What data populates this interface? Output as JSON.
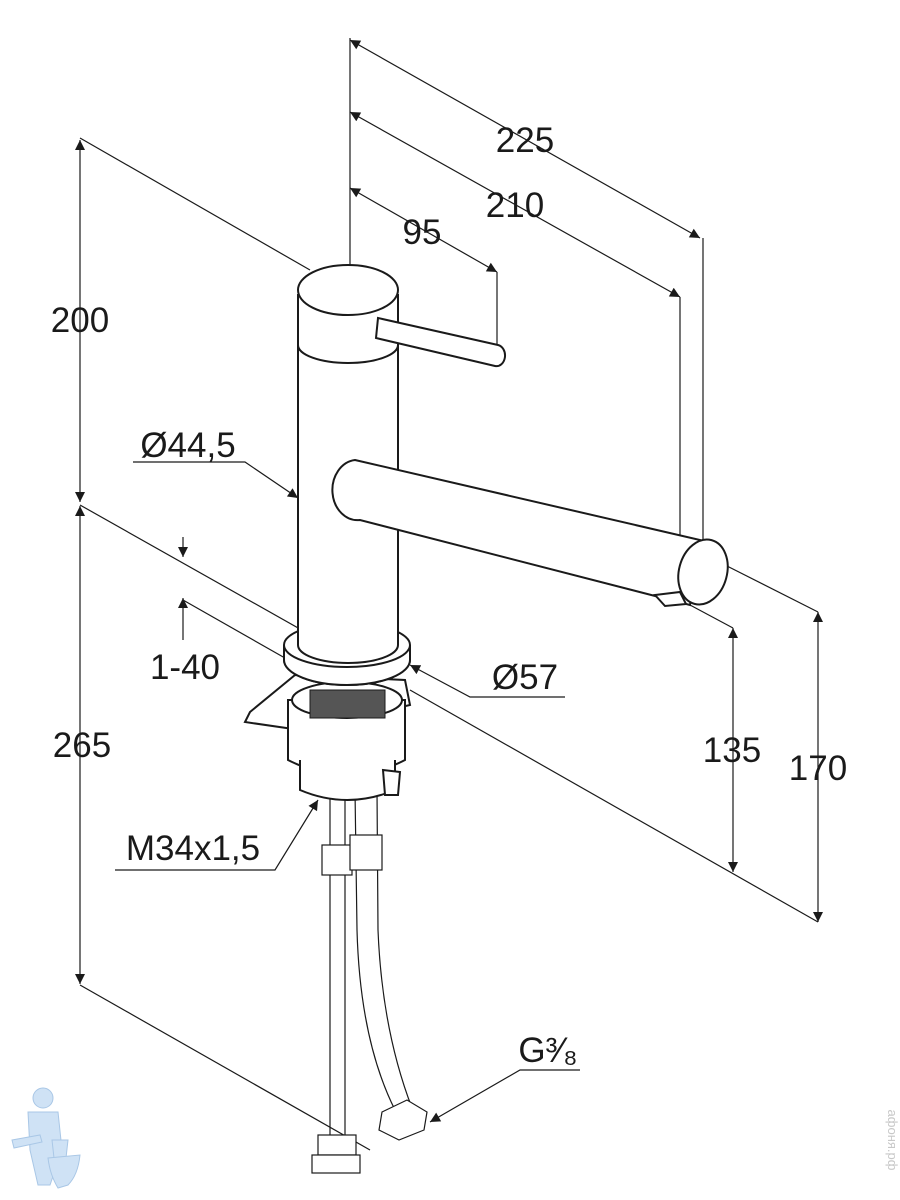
{
  "drawing": {
    "dimensions": {
      "overall_reach": "225",
      "spout_reach": "210",
      "lever_reach": "95",
      "body_height": "200",
      "total_height": "265",
      "deck_thickness": "1-40",
      "body_diameter": "Ø44,5",
      "base_diameter": "Ø57",
      "spout_clearance": "135",
      "spout_top_height": "170",
      "thread": "M34x1,5",
      "hose_connection": "G³⁄₈"
    },
    "watermark": "афоня.рф"
  },
  "colors": {
    "line": "#1a1a1a",
    "logo": "#bcd6ee"
  }
}
